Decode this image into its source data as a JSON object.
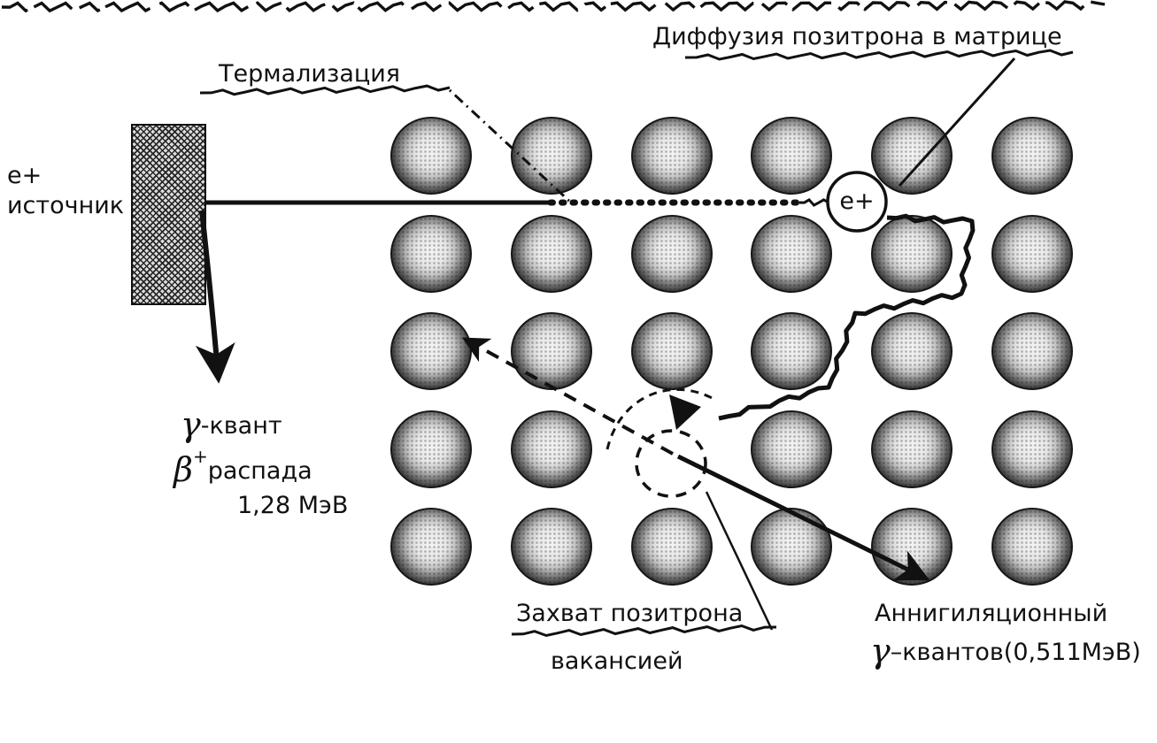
{
  "diagram": {
    "labels": {
      "thermalization": "Термализация",
      "diffusion": "Диффузия позитрона в матрице",
      "source_line1": "e+",
      "source_line2": "источник",
      "positron_in_circle": "e+",
      "gamma_symbol": "γ",
      "gamma_text": "-квант",
      "beta_symbol": "β",
      "beta_sup": "+",
      "beta_text": "распада",
      "beta_energy": "1,28 МэВ",
      "capture_line1": "Захват позитрона",
      "capture_line2": "вакансией",
      "annih_line1": "Аннигиляционный",
      "annih_symbol": "γ",
      "annih_text": "–квантов(0,511МэВ)"
    },
    "colors": {
      "ink": "#111111",
      "atom_ring": "#1c1c1c",
      "atom_core": "#f4f4f4",
      "background": "#ffffff"
    },
    "lattice": {
      "rows": 5,
      "columns": 6,
      "vacancy": {
        "row": 3,
        "col": 2
      }
    }
  }
}
